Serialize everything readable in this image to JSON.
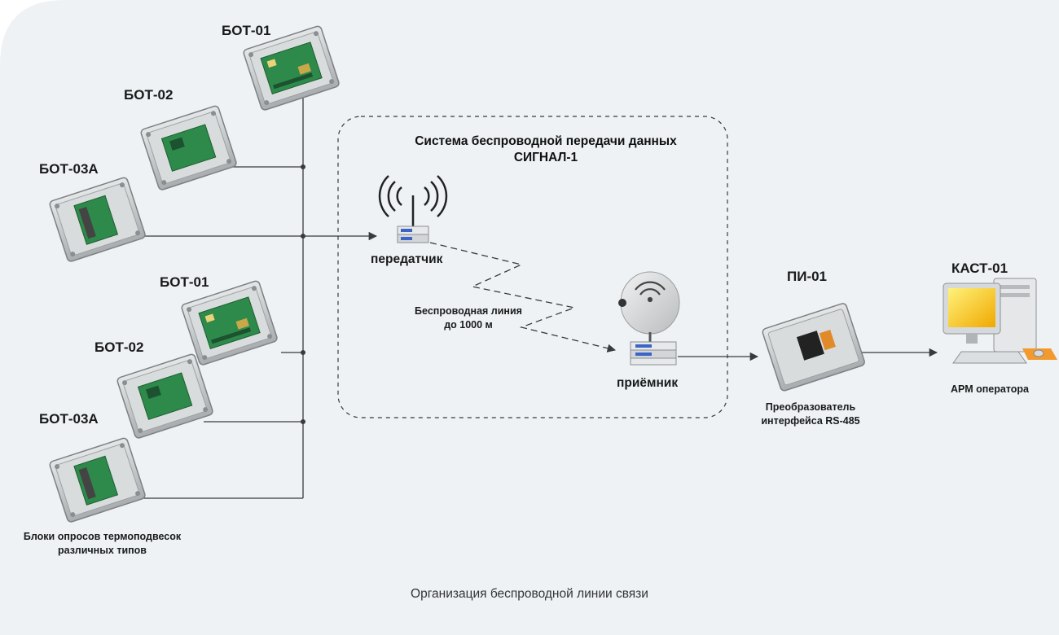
{
  "devices": {
    "bot1_top": "БОТ-01",
    "bot2_top": "БОТ-02",
    "bot3_top": "БОТ-03А",
    "bot1_bottom": "БОТ-01",
    "bot2_bottom": "БОТ-02",
    "bot3_bottom": "БОТ-03А",
    "pi": "ПИ-01",
    "kast": "КАСТ-01"
  },
  "labels": {
    "blocks_line1": "Блоки опросов термоподвесок",
    "blocks_line2": "различных типов",
    "system_line1": "Система беспроводной передачи данных",
    "system_line2": "СИГНАЛ-1",
    "transmitter": "передатчик",
    "receiver": "приёмник",
    "wireless_line1": "Беспроводная линия",
    "wireless_line2": "до 1000 м",
    "converter_line1": "Преобразователь",
    "converter_line2": "интерфейса RS-485",
    "workstation": "АРМ оператора"
  },
  "caption": "Организация беспроводной линии связи",
  "colors": {
    "panel_bg": "#eef2f5",
    "line": "#3a3a3a",
    "board_green": "#2e8a4a",
    "box_gray": "#c9cccd",
    "monitor_yellow": "#f5c400",
    "mouse_pad": "#f29a2e"
  }
}
